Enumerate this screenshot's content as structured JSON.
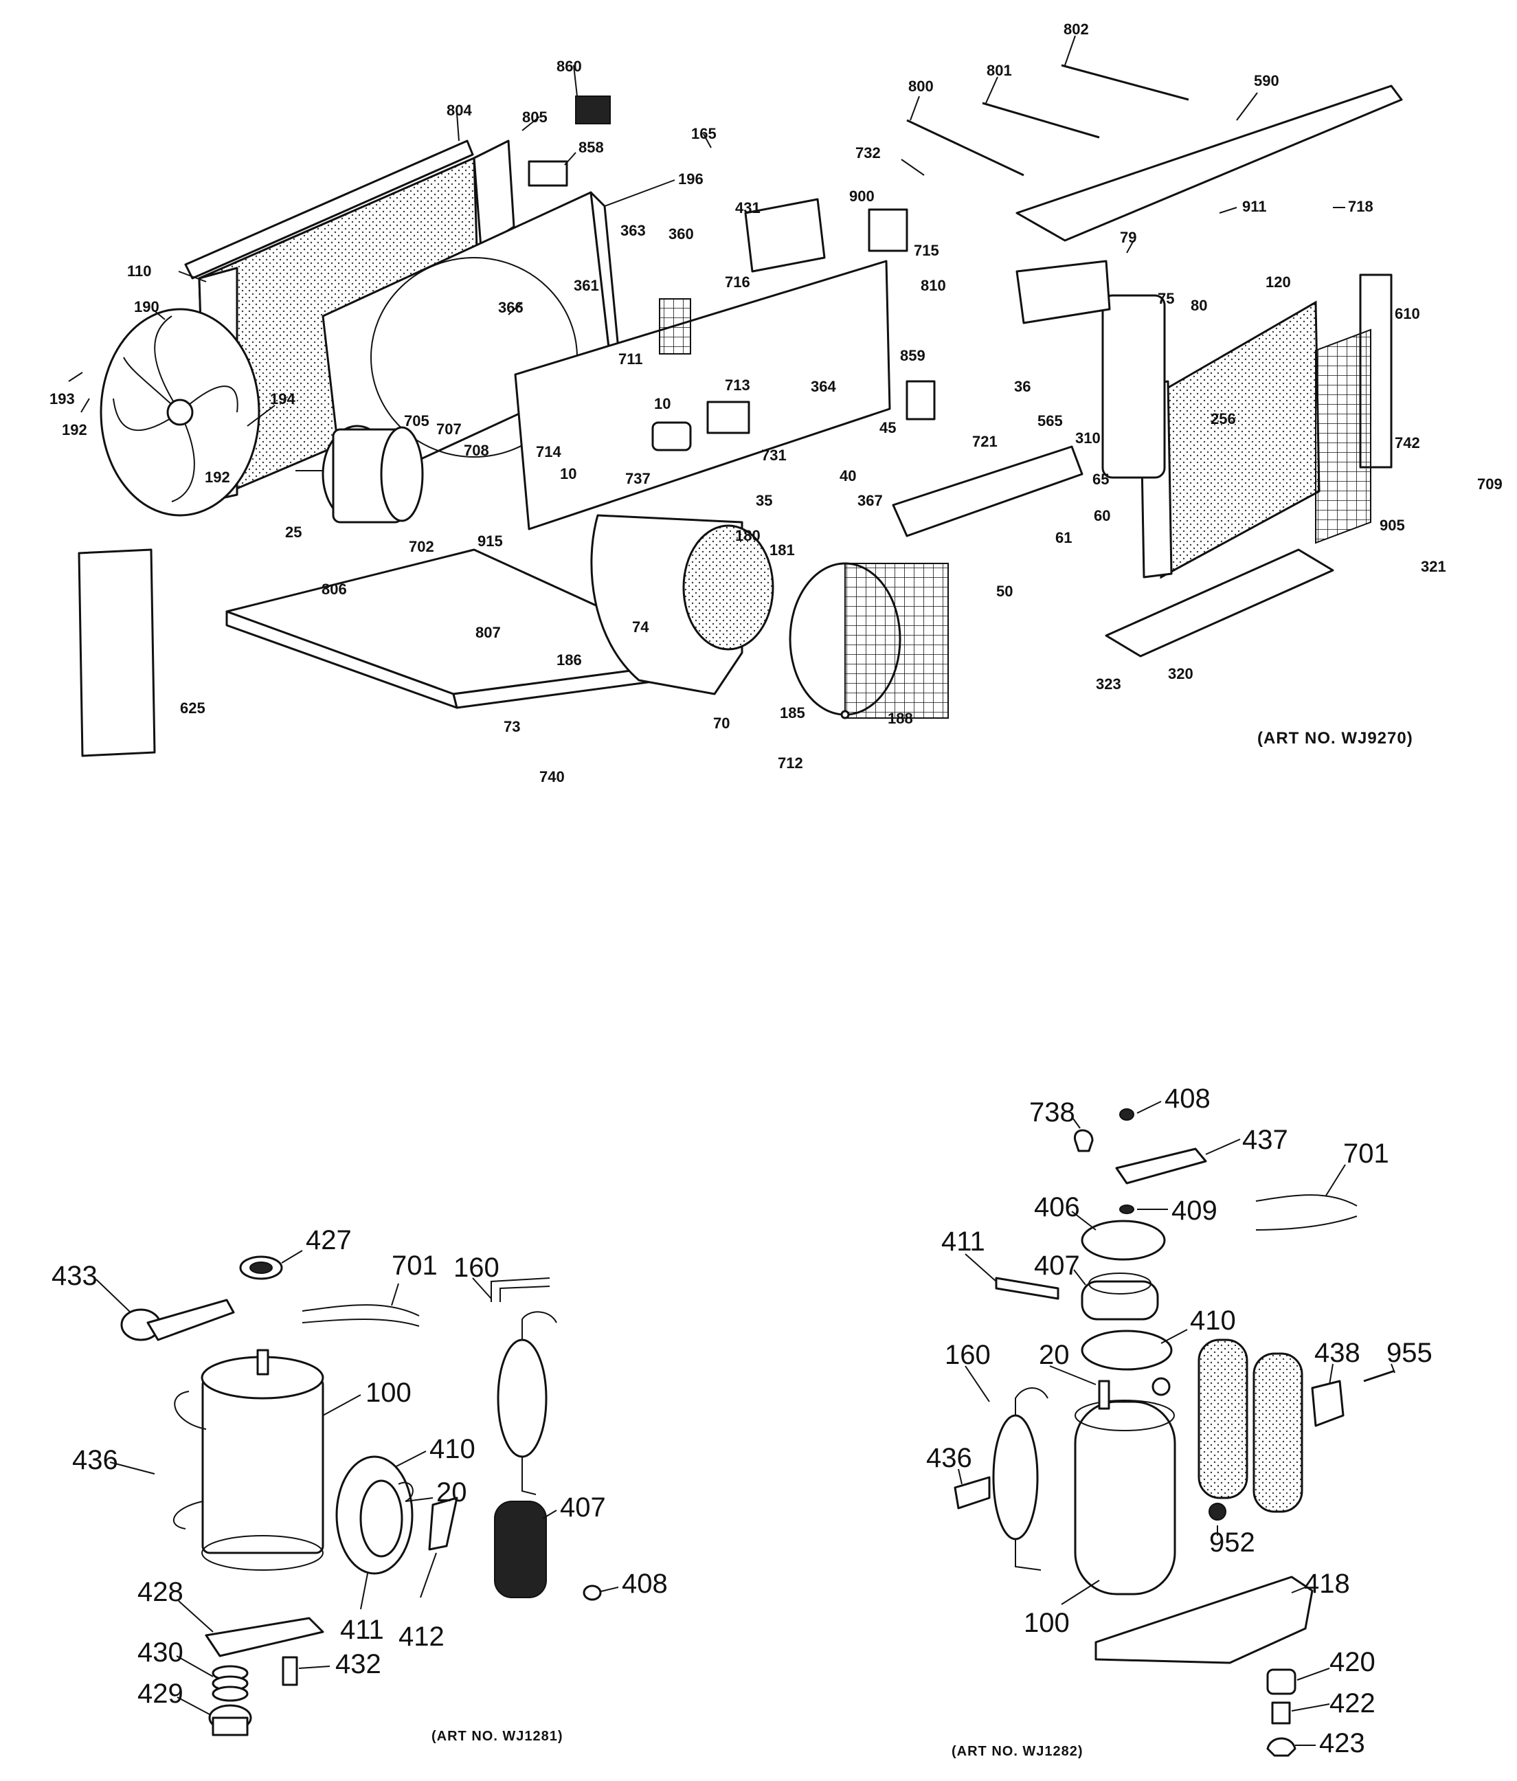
{
  "diagram": {
    "art_numbers": {
      "top": "(ART NO. WJ9270)",
      "bottom_left": "(ART NO. WJ1281)",
      "bottom_right": "(ART NO. WJ1282)"
    },
    "top_labels": [
      "860",
      "804",
      "805",
      "858",
      "165",
      "196",
      "802",
      "801",
      "800",
      "590",
      "732",
      "911",
      "718",
      "79",
      "431",
      "900",
      "715",
      "363",
      "360",
      "110",
      "190",
      "361",
      "366",
      "716",
      "810",
      "75",
      "80",
      "120",
      "610",
      "711",
      "713",
      "859",
      "36",
      "364",
      "193",
      "192",
      "194",
      "705",
      "707",
      "708",
      "714",
      "10",
      "10",
      "45",
      "721",
      "565",
      "310",
      "256",
      "742",
      "709",
      "25",
      "192",
      "737",
      "731",
      "35",
      "40",
      "367",
      "65",
      "60",
      "61",
      "50",
      "905",
      "321",
      "702",
      "915",
      "180",
      "181",
      "806",
      "807",
      "74",
      "186",
      "185",
      "188",
      "323",
      "320",
      "625",
      "73",
      "70",
      "740",
      "712"
    ],
    "bottom_left_labels": [
      "427",
      "433",
      "701",
      "160",
      "100",
      "436",
      "410",
      "20",
      "407",
      "408",
      "411",
      "412",
      "428",
      "432",
      "430",
      "429"
    ],
    "bottom_right_labels": [
      "738",
      "408",
      "437",
      "701",
      "406",
      "409",
      "411",
      "407",
      "410",
      "160",
      "20",
      "438",
      "955",
      "436",
      "952",
      "418",
      "100",
      "420",
      "422",
      "423"
    ]
  }
}
